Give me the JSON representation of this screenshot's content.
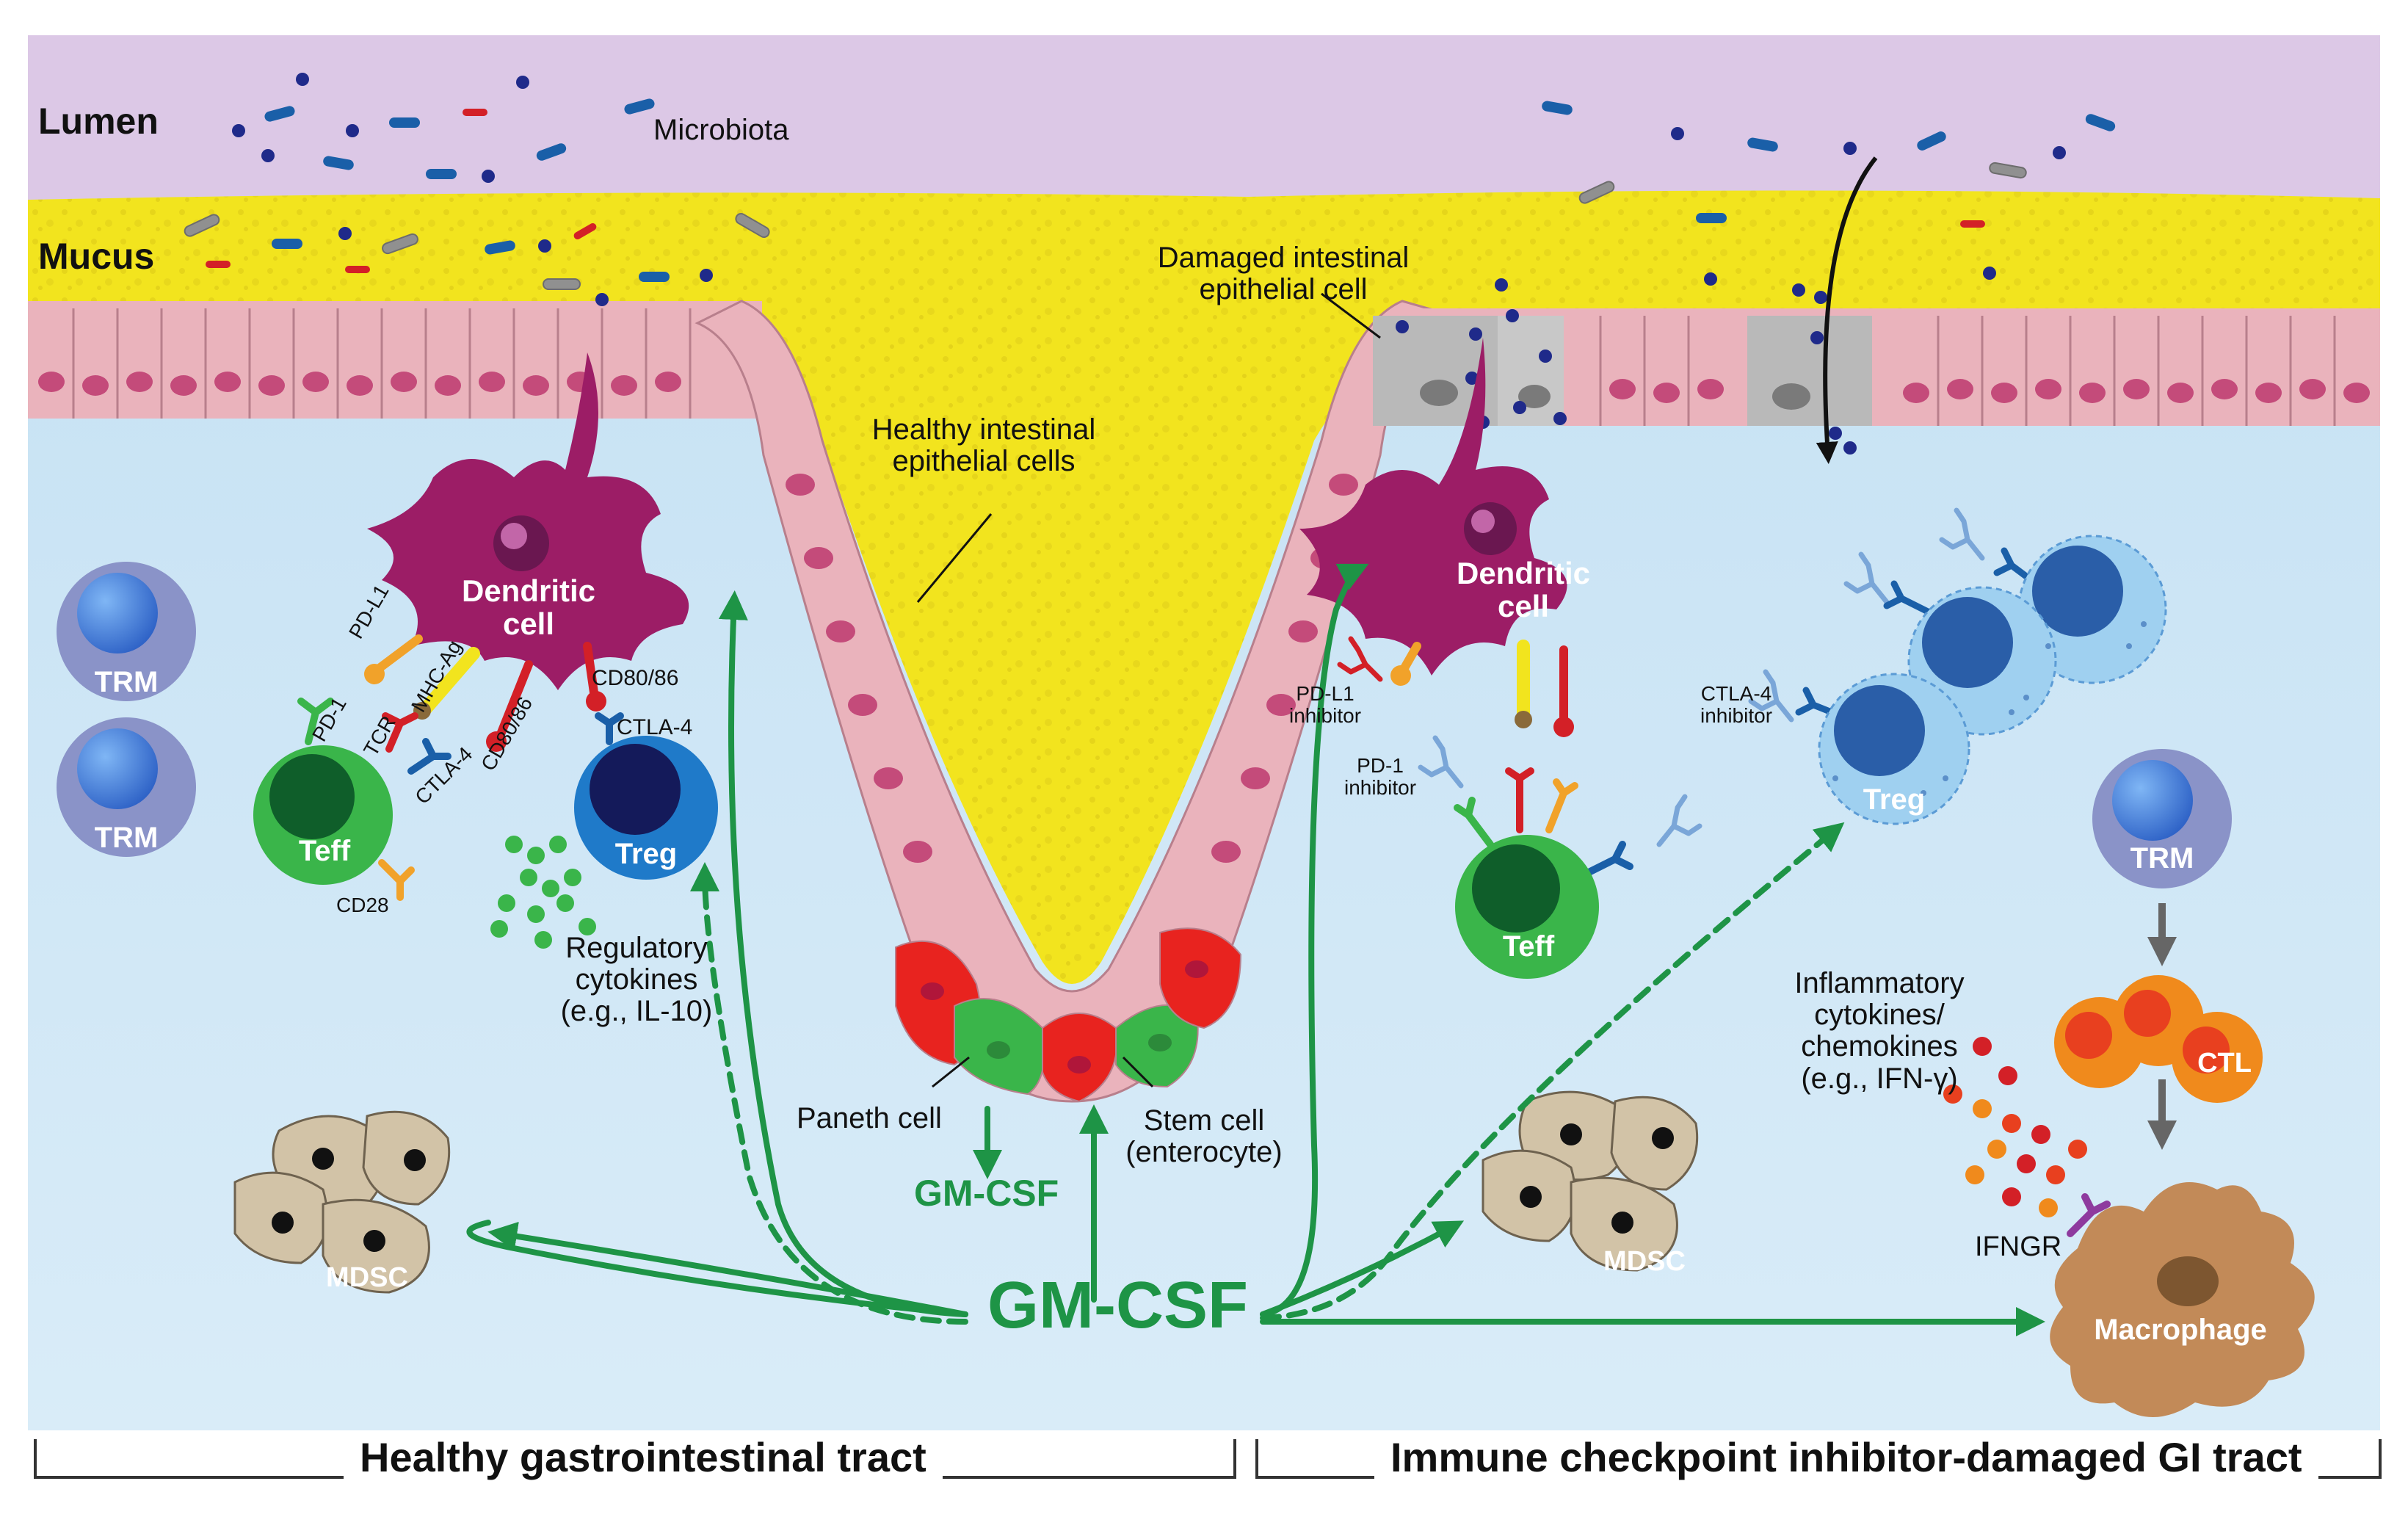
{
  "layers": {
    "lumen": "Lumen",
    "mucus": "Mucus",
    "microbiota": "Microbiota"
  },
  "epithelium": {
    "healthy": "Healthy intestinal epithelial cells",
    "damaged": "Damaged intestinal epithelial cell",
    "paneth": "Paneth cell",
    "stem": "Stem cell (enterocyte)"
  },
  "cells": {
    "dendritic": "Dendritic cell",
    "teff": "Teff",
    "treg": "Treg",
    "trm": "TRM",
    "mdsc": "MDSC",
    "ctl": "CTL",
    "macrophage": "Macrophage"
  },
  "receptors": {
    "pd_l1": "PD-L1",
    "pd_1": "PD-1",
    "tcr": "TCR",
    "mhc_ag": "MHC-Ag",
    "cd80_86": "CD80/86",
    "ctla_4": "CTLA-4",
    "cd28": "CD28",
    "ifngr": "IFNGR"
  },
  "inhibitors": {
    "pd_l1": "PD-L1 inhibitor",
    "pd_1": "PD-1 inhibitor",
    "ctla_4": "CTLA-4 inhibitor"
  },
  "cytokines": {
    "regulatory": "Regulatory cytokines (e.g., IL-10)",
    "inflammatory": "Inflammatory cytokines/ chemokines (e.g., IFN-γ)"
  },
  "gmcsf": {
    "main": "GM-CSF",
    "small": "GM-CSF"
  },
  "sections": {
    "healthy": "Healthy gastrointestinal tract",
    "damaged": "Immune checkpoint inhibitor-damaged GI tract"
  },
  "colors": {
    "lumen": "#dcc8e6",
    "mucus": "#f2e41e",
    "epithelium": "#eab3bc",
    "tissue": "#cfe7f6",
    "arrow": "#1e9446",
    "dendritic": "#9c1d66",
    "teff": "#3ab54a",
    "treg": "#1d3f91",
    "trm": "#7b86c6",
    "mdsc": "#d2c3a7",
    "ctl": "#f08a1c",
    "macrophage": "#c28a58"
  }
}
